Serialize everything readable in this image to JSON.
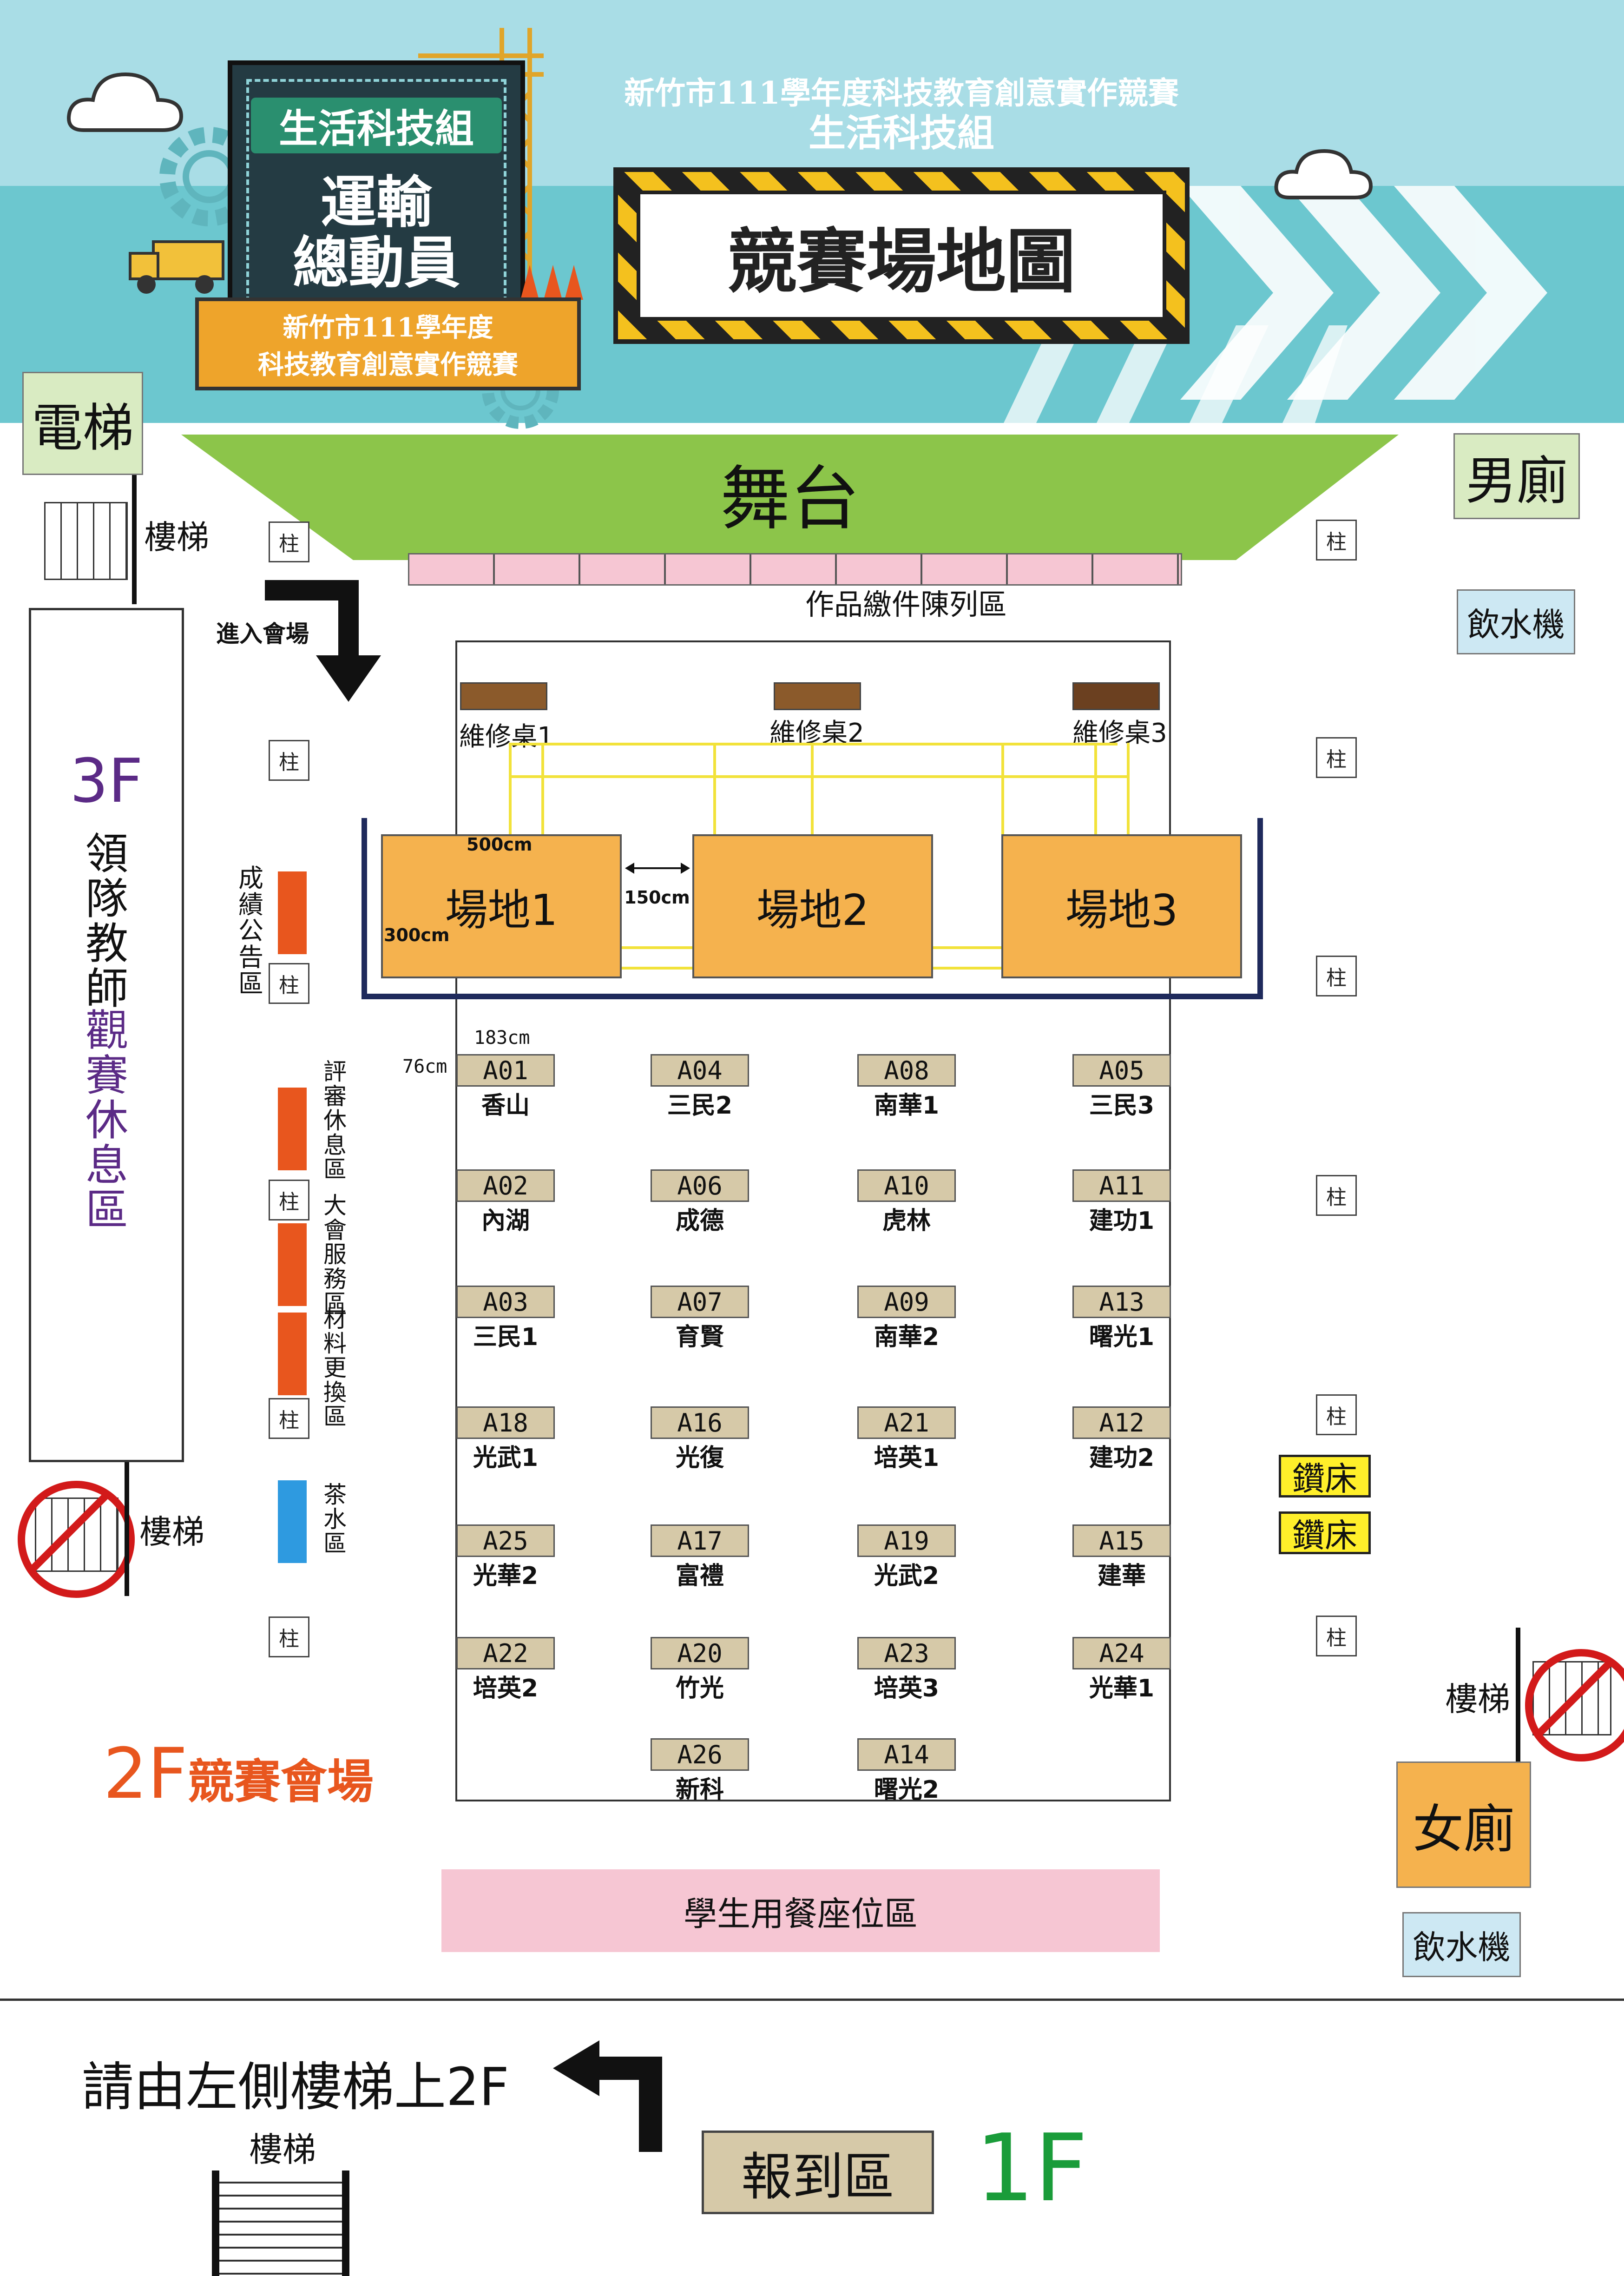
{
  "header": {
    "badge": {
      "group": "生活科技組",
      "theme_line1": "運輸",
      "theme_line2": "總動員",
      "ribbon_line1": "新竹市111學年度",
      "ribbon_line2": "科技教育創意實作競賽"
    },
    "title_line1": "新竹市111學年度科技教育創意實作競賽",
    "title_line2": "生活科技組",
    "map_title": "競賽場地圖"
  },
  "colors": {
    "sky": "#a9dde6",
    "sea": "#6cc7cf",
    "stage": "#8cc54a",
    "venue": "#f5b24e",
    "booth": "#d6c9a8",
    "pink": "#f6c6d3",
    "restroom": "#d9ebc2",
    "water": "#cde8f3",
    "orange_block": "#e8561e",
    "blue_block": "#2e9ae0",
    "drill": "#ffef2a",
    "purple_text": "#5b2a86",
    "orange_text": "#e8561e",
    "green_text": "#1a9c3a"
  },
  "labels": {
    "elevator": "電梯",
    "stage": "舞台",
    "display_area": "作品繳件陳列區",
    "enter": "進入會場",
    "stairs": "樓梯",
    "pillar": "柱",
    "men_restroom": "男廁",
    "women_restroom": "女廁",
    "water_dispenser": "飲水機",
    "drill": "鑽床",
    "floor_3f": "3F",
    "teacher_area_a": "領隊教師",
    "teacher_area_b": "觀賽休息區",
    "score_board": "成績公告區",
    "judge_rest": "評審休息區",
    "service": "大會服務區",
    "material": "材料更換區",
    "tea": "茶水區",
    "floor_2f": "2F",
    "venue_2f": "競賽會場",
    "dining": "學生用餐座位區",
    "go_upstairs": "請由左側樓梯上2F",
    "checkin": "報到區",
    "floor_1f": "1F"
  },
  "repair_tables": [
    "維修桌1",
    "維修桌2",
    "維修桌3"
  ],
  "venues": [
    "場地1",
    "場地2",
    "場地3"
  ],
  "dimensions": {
    "venue_width": "500cm",
    "venue_gap": "150cm",
    "venue_depth": "300cm",
    "booth_width": "183cm",
    "booth_depth": "76cm"
  },
  "booths": [
    {
      "code": "A01",
      "school": "香山"
    },
    {
      "code": "A04",
      "school": "三民2"
    },
    {
      "code": "A08",
      "school": "南華1"
    },
    {
      "code": "A05",
      "school": "三民3"
    },
    {
      "code": "A02",
      "school": "內湖"
    },
    {
      "code": "A06",
      "school": "成德"
    },
    {
      "code": "A10",
      "school": "虎林"
    },
    {
      "code": "A11",
      "school": "建功1"
    },
    {
      "code": "A03",
      "school": "三民1"
    },
    {
      "code": "A07",
      "school": "育賢"
    },
    {
      "code": "A09",
      "school": "南華2"
    },
    {
      "code": "A13",
      "school": "曙光1"
    },
    {
      "code": "A18",
      "school": "光武1"
    },
    {
      "code": "A16",
      "school": "光復"
    },
    {
      "code": "A21",
      "school": "培英1"
    },
    {
      "code": "A12",
      "school": "建功2"
    },
    {
      "code": "A25",
      "school": "光華2"
    },
    {
      "code": "A17",
      "school": "富禮"
    },
    {
      "code": "A19",
      "school": "光武2"
    },
    {
      "code": "A15",
      "school": "建華"
    },
    {
      "code": "A22",
      "school": "培英2"
    },
    {
      "code": "A20",
      "school": "竹光"
    },
    {
      "code": "A23",
      "school": "培英3"
    },
    {
      "code": "A24",
      "school": "光華1"
    },
    {
      "code": "A26",
      "school": "新科"
    },
    {
      "code": "A14",
      "school": "曙光2"
    }
  ]
}
